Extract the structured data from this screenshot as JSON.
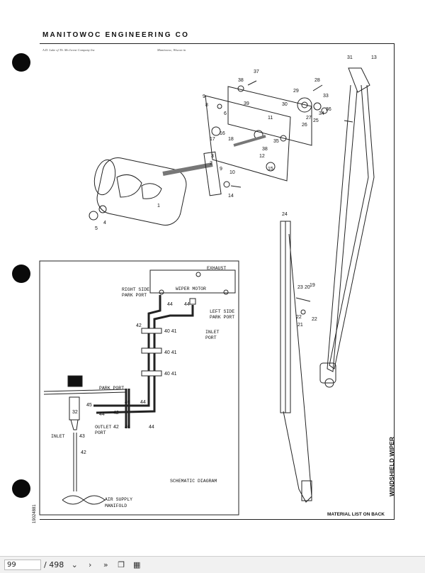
{
  "header": {
    "company": "MANITOWOC ENGINEERING CO",
    "division_left": "A.D. Luke of Th. Mo Ivorst Company Inc",
    "division_right": "Manitowoc, Wiscon in"
  },
  "schematic": {
    "title": "SCHEMATIC DIAGRAM",
    "labels": {
      "exhaust": "EXHAUST",
      "motor": "WIPER MOTOR",
      "right_port_1": "RIGHT SIDE",
      "right_port_2": "PARK PORT",
      "left_port_1": "LEFT SIDE",
      "left_port_2": "PARK PORT",
      "inlet_port_1": "INLET",
      "inlet_port_2": "PORT",
      "park_port": "PARK PORT",
      "outlet_port_1": "OUTLET",
      "outlet_port_2": "PORT",
      "inlet": "INLET",
      "air_supply_1": "AIR SUPPLY",
      "air_supply_2": "MANIFOLD"
    },
    "callouts": [
      "44",
      "44",
      "42",
      "40 41",
      "40 41",
      "40 41",
      "45",
      "44",
      "42",
      "46",
      "44",
      "32",
      "43",
      "42",
      "42",
      "46",
      "44"
    ]
  },
  "callouts_exploded": [
    "31",
    "13",
    "38",
    "37",
    "28",
    "39",
    "29",
    "9",
    "8",
    "30",
    "33",
    "36",
    "6",
    "27",
    "26",
    "25",
    "11",
    "34",
    "35",
    "16",
    "17",
    "18",
    "38",
    "12",
    "15",
    "3",
    "2",
    "9",
    "10",
    "14",
    "1",
    "4",
    "5",
    "24",
    "20",
    "19",
    "22",
    "23",
    "21",
    "22"
  ],
  "side_title": "WINDSHIELD WIPER",
  "doc_number": "19024881",
  "material_note": "MATERIAL LIST ON BACK",
  "viewer": {
    "page_current": "99",
    "page_total": "/ 498",
    "icons": [
      "chevron-down-icon",
      "chevron-right-icon",
      "double-chevron-right-icon",
      "copy-icon",
      "page-layout-icon"
    ]
  }
}
